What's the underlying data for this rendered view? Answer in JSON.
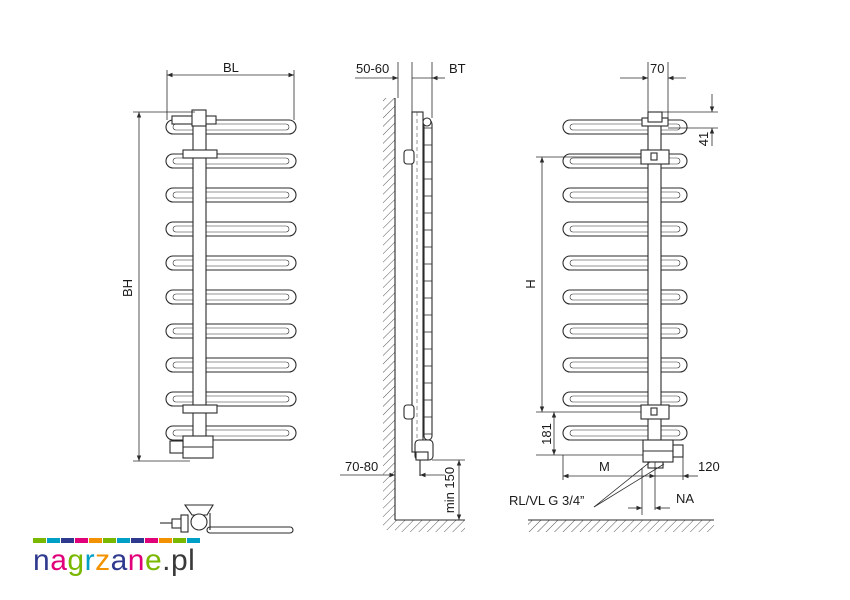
{
  "labels": {
    "bl": "BL",
    "bh": "BH",
    "wall_gap": "50-60",
    "bt": "BT",
    "wall_side": "70-80",
    "min_floor": "min 150",
    "pipe_spacing": "70",
    "top_offset": "41",
    "height": "H",
    "bottom_height": "181",
    "center_m": "M",
    "side_120": "120",
    "connection": "RL/VL G 3/4”",
    "na": "NA"
  },
  "brand": {
    "parts": [
      "n",
      "a",
      "g",
      "r",
      "z",
      "a",
      "n",
      "e",
      ".pl"
    ],
    "colors": [
      "#2f3a8f",
      "#e2007a",
      "#7ab800",
      "#00a0c6",
      "#f39200",
      "#2f3a8f",
      "#e2007a",
      "#7ab800",
      "#3a3a3a"
    ],
    "bar_colors": [
      "#7ab800",
      "#00a0c6",
      "#2f3a8f",
      "#e2007a",
      "#f39200",
      "#7ab800",
      "#00a0c6",
      "#2f3a8f",
      "#e2007a",
      "#f39200",
      "#7ab800",
      "#00a0c6"
    ]
  },
  "colors": {
    "line": "#2b2b2b",
    "fill_light": "#f4f4f4",
    "hatch": "#555555"
  }
}
